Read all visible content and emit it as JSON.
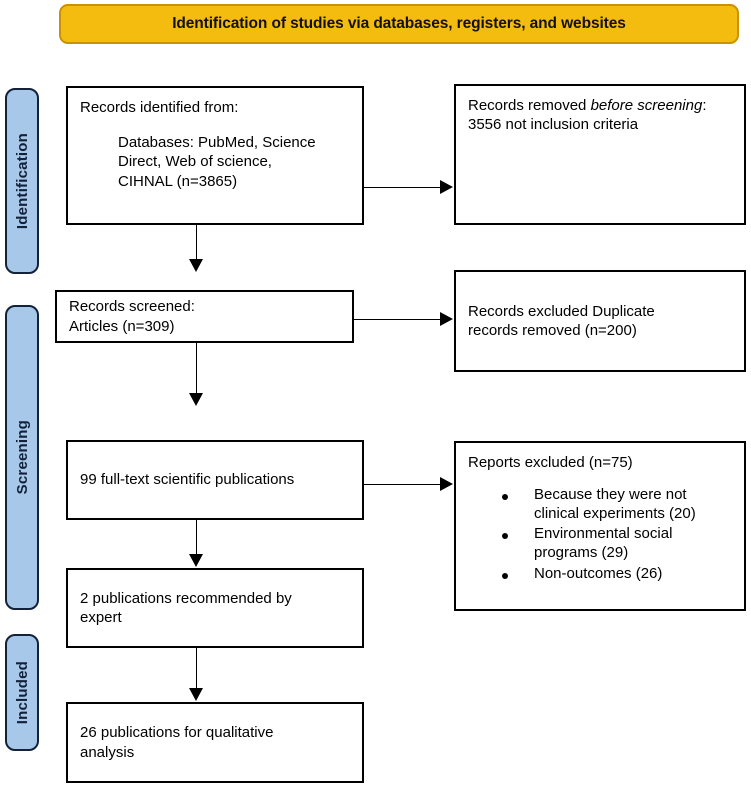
{
  "banner": {
    "title": "Identification of studies via databases, registers, and websites",
    "background_color": "#F5BC10",
    "border_color": "#C89200"
  },
  "stages": {
    "background_color": "#A8C8EA",
    "border_color": "#12223A",
    "items": [
      {
        "id": "identification",
        "label": "Identification"
      },
      {
        "id": "screening",
        "label": "Screening"
      },
      {
        "id": "included",
        "label": "Included"
      }
    ]
  },
  "boxes": {
    "identified": {
      "line1": "Records identified from:",
      "line2": "Databases: PubMed, Science",
      "line3": "Direct, Web of science,",
      "line4": "CIHNAL (n=3865)"
    },
    "removed": {
      "prefix": "Records removed ",
      "italic1": "before",
      "italic2": "screening",
      "suffix": ":   3556 not inclusion criteria"
    },
    "screened": {
      "line1": "Records screened:",
      "line2": "Articles (n=309)"
    },
    "excluded_duplicate": {
      "line1": "Records excluded Duplicate",
      "line2": "records removed (n=200)"
    },
    "fulltext": {
      "line1": "99 full-text scientific publications"
    },
    "reports_excluded": {
      "heading": "Reports excluded (n=75)",
      "bullets": [
        "Because they were not clinical experiments (20)",
        "Environmental social programs (29)",
        "Non-outcomes (26)"
      ]
    },
    "recommended": {
      "line1": "2 publications recommended by",
      "line2": "expert"
    },
    "qualitative": {
      "line1": "26 publications for qualitative",
      "line2": "analysis"
    }
  }
}
